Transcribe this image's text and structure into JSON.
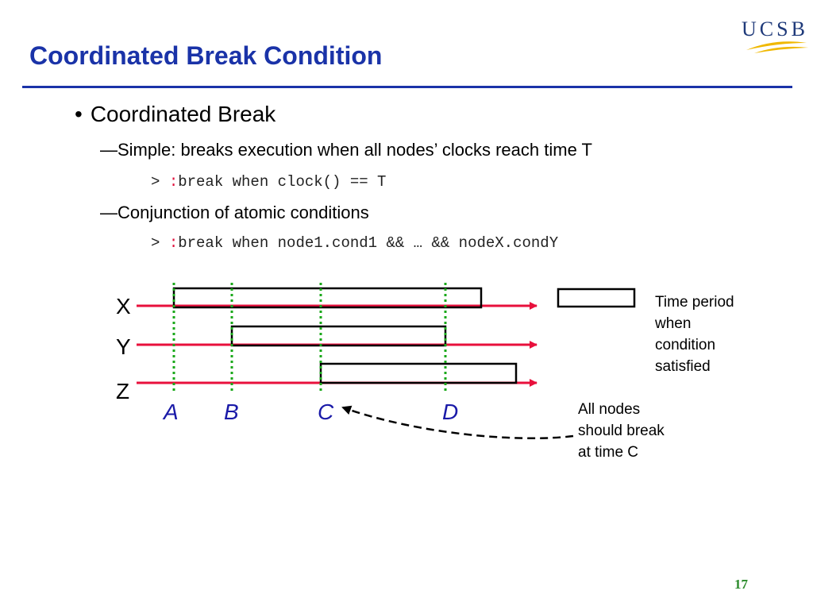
{
  "slide": {
    "title": "Coordinated Break Condition",
    "logo_text": "UCSB",
    "page_number": "17"
  },
  "bullets": {
    "main": "Coordinated Break",
    "simple": "—Simple: breaks execution when all nodes’ clocks reach time T",
    "code1_prompt": "> ",
    "code1_colon": ":",
    "code1_rest": "break when clock() == T",
    "conjunction": "—Conjunction of atomic conditions",
    "code2_prompt": "> ",
    "code2_colon": ":",
    "code2_rest": "break when node1.cond1 && … && nodeX.condY"
  },
  "diagram": {
    "rows": [
      "X",
      "Y",
      "Z"
    ],
    "time_points": [
      "A",
      "B",
      "C",
      "D"
    ],
    "legend_text": [
      "Time period",
      "when",
      "condition",
      "satisfied"
    ],
    "callout_text": [
      "All nodes",
      "should break",
      "at time C"
    ],
    "colors": {
      "timeline": "#e8103c",
      "marker": "#1aa81a",
      "time_label": "#1a1aa8",
      "title": "#1a33a8",
      "logo_swoosh": "#f0b800"
    }
  }
}
